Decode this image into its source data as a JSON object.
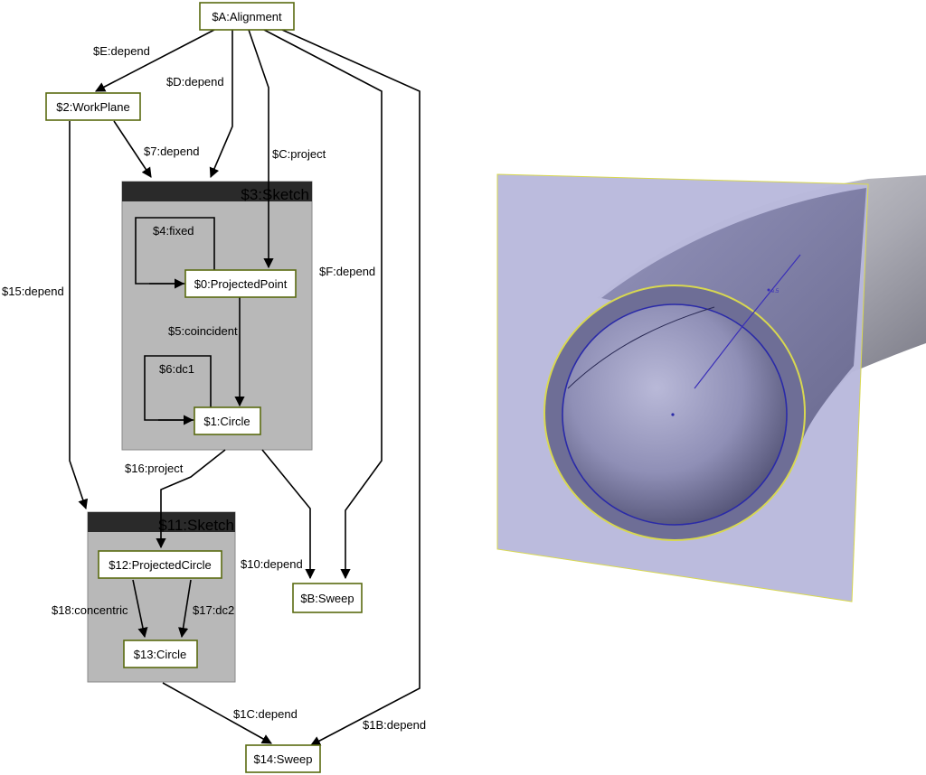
{
  "diagram": {
    "sketches": {
      "s3": {
        "title": "$3:Sketch"
      },
      "s11": {
        "title": "$11:Sketch"
      }
    },
    "nodes": {
      "A": "$A:Alignment",
      "wp": "$2:WorkPlane",
      "pp": "$0:ProjectedPoint",
      "c1": "$1:Circle",
      "pc": "$12:ProjectedCircle",
      "c13": "$13:Circle",
      "B": "$B:Sweep",
      "s14": "$14:Sweep"
    },
    "edges": {
      "E": "$E:depend",
      "D": "$D:depend",
      "C": "$C:project",
      "F": "$F:depend",
      "e7": "$7:depend",
      "e4": "$4:fixed",
      "e5": "$5:coincident",
      "e6": "$6:dc1",
      "e15": "$15:depend",
      "e16": "$16:project",
      "e10": "$10:depend",
      "e18": "$18:concentric",
      "e17": "$17:dc2",
      "e1C": "$1C:depend",
      "e1B": "$1B:depend"
    }
  },
  "view3d": {
    "colors": {
      "plane": "#b8b8dc",
      "profile_outer": "#d8d850",
      "profile_inner": "#2a2aa8",
      "tube_light": "#d4d4d4",
      "tube_dark": "#55556a"
    },
    "axis_marker": "e.5"
  },
  "colors": {
    "node_border": "#5a6a10",
    "sketch_body": "#b8b8b8",
    "sketch_header": "#2a2a2a"
  }
}
